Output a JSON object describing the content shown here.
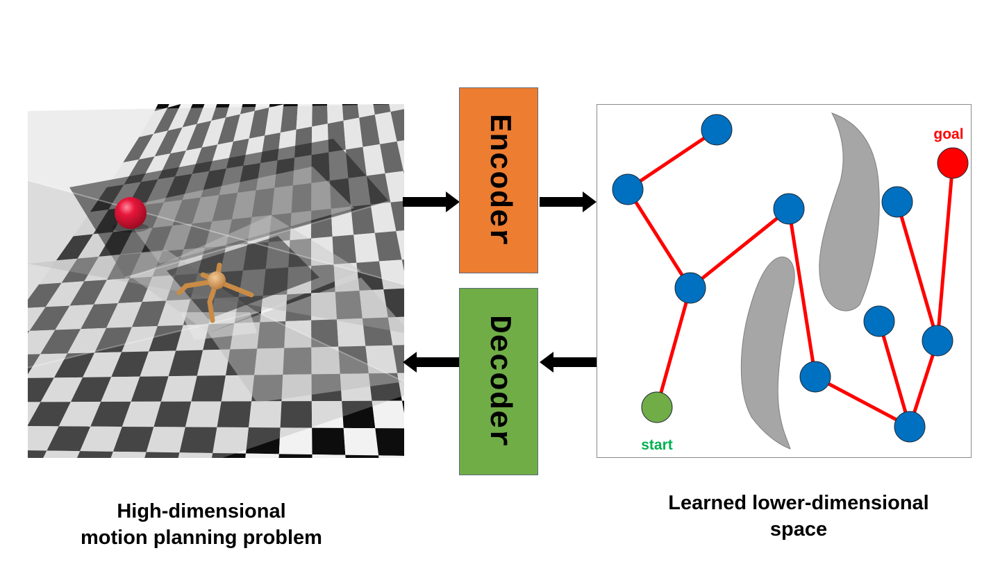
{
  "encoder": {
    "label": "Encoder",
    "color": "#ED7D31"
  },
  "decoder": {
    "label": "Decoder",
    "color": "#70AD47"
  },
  "left_panel": {
    "caption_line1": "High-dimensional",
    "caption_line2": "motion planning problem",
    "goal_color": "#E8163B",
    "robot_color": "#D9A05B"
  },
  "right_panel": {
    "caption_line1": "Learned lower-dimensional",
    "caption_line2": "space",
    "start_label": "start",
    "goal_label": "goal",
    "colors": {
      "node": "#0070C0",
      "edge": "#FF0000",
      "start": "#70AD47",
      "goal": "#FF0000",
      "obstacle": "#A6A6A6",
      "start_label": "#00B050",
      "goal_label": "#FF0000"
    }
  }
}
